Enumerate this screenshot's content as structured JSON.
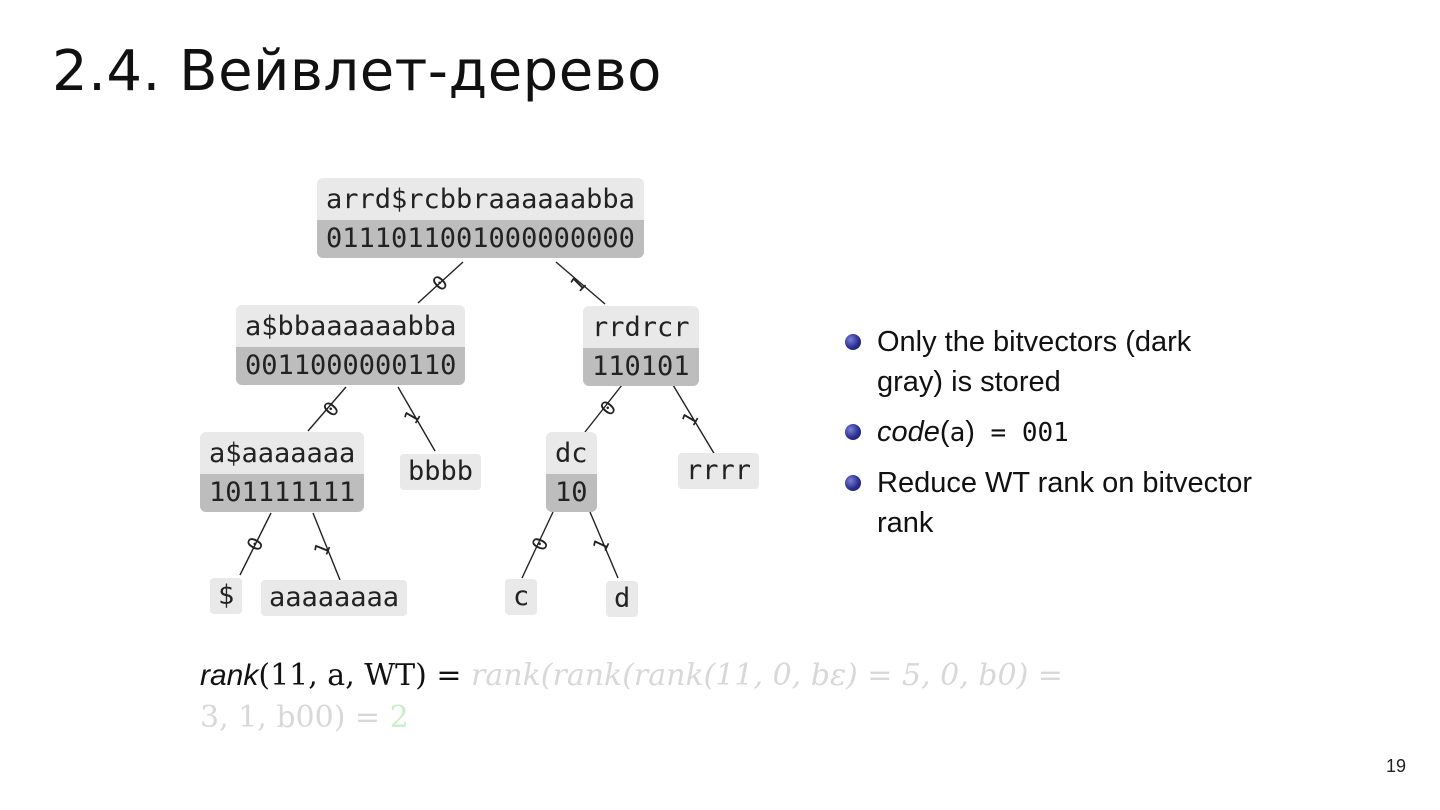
{
  "slide": {
    "title": "2.4. Вейвлет-дерево",
    "page_number": "19"
  },
  "tree": {
    "root": {
      "label": "arrd$rcbbraaaaaabba",
      "bits": "0111011001000000000"
    },
    "n0": {
      "label": "a$bbaaaaaabba",
      "bits": "0011000000110"
    },
    "n1": {
      "label": "rrdrcr",
      "bits": "110101"
    },
    "n00": {
      "label": "a$aaaaaaa",
      "bits": "101111111"
    },
    "n01": {
      "label": "bbbb"
    },
    "n10": {
      "label": "dc",
      "bits": "10"
    },
    "n11": {
      "label": "rrrr"
    },
    "n000": {
      "label": "$"
    },
    "n001": {
      "label": "aaaaaaaa"
    },
    "n100": {
      "label": "c"
    },
    "n101": {
      "label": "d"
    },
    "edge_zero": "0",
    "edge_one": "1"
  },
  "bullets": {
    "b1": "Only the bitvectors (dark gray) is stored",
    "b2_code": "code",
    "b2_arg": "a",
    "b2_rest": " = 001",
    "b3": "Reduce WT rank on bitvector rank"
  },
  "formula": {
    "lhs_fn": "rank",
    "lhs_args": "(11, a, WT)",
    "eq": " = ",
    "rhs_line1": "rank(rank(rank(11, 0, bε) = 5, 0, b0) =",
    "rhs_line2": "3, 1, b00) = ",
    "result": "2"
  },
  "colors": {
    "label_bg": "#e9e9e9",
    "bits_bg": "#bdbdbd",
    "faint_text": "#d8d8d8",
    "result_green": "#c8f0c8",
    "bullet_blue": "#2a2f8f"
  }
}
